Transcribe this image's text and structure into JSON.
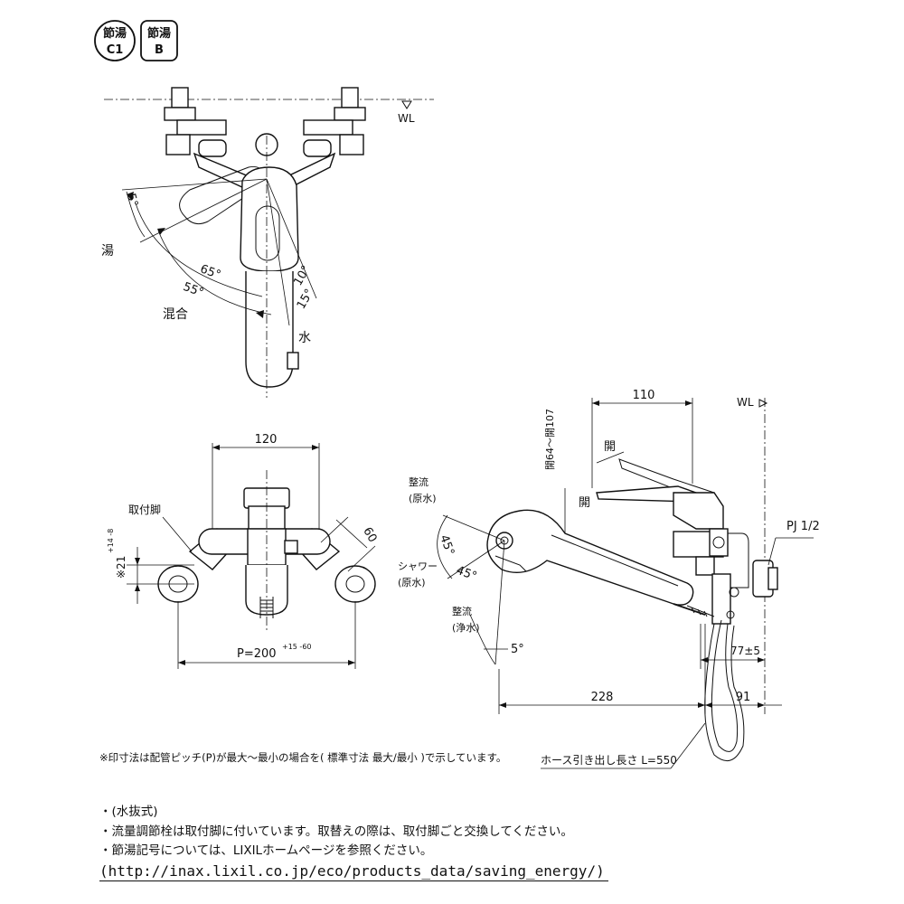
{
  "badges": {
    "c1_top": "節湯",
    "c1_bottom": "C1",
    "b_top": "節湯",
    "b_bottom": "B"
  },
  "top_view": {
    "wl": "WL",
    "hot": "湯",
    "mix": "混合",
    "cold": "水",
    "angle_5": "5°",
    "angle_65": "65°",
    "angle_55": "55°",
    "angle_10": "10°",
    "angle_15": "15°"
  },
  "front_view": {
    "width_120": "120",
    "mount_leg": "取付脚",
    "offset": "※21",
    "offset_tol": "+14 -8",
    "angle_60": "60",
    "pitch": "P=200",
    "pitch_tol": "+15 -60"
  },
  "side_view": {
    "dim_110": "110",
    "wl": "WL",
    "open_upper": "開",
    "open_lower": "開",
    "open_range": "開64～開107",
    "pj": "PJ 1/2",
    "seiryu_gensui": "整流",
    "gensui_1": "(原水)",
    "shower": "シャワー",
    "gensui_2": "(原水)",
    "seiryu_jousui": "整流",
    "jousui": "(浄水)",
    "angle_45a": "45°",
    "angle_45b": "45°",
    "angle_5": "5°",
    "dim_77": "77±5",
    "dim_228": "228",
    "dim_91": "91",
    "hose": "ホース引き出し長さ L=550"
  },
  "footnote": "※印寸法は配管ピッチ(P)が最大～最小の場合を( 標準寸法 最大/最小 )で示しています。",
  "notes": [
    "・(水抜式)",
    "・流量調節栓は取付脚に付いています。取替えの際は、取付脚ごと交換してください。",
    "・節湯記号については、LIXILホームページを参照ください。"
  ],
  "url": "(http://inax.lixil.co.jp/eco/products_data/saving_energy/)"
}
